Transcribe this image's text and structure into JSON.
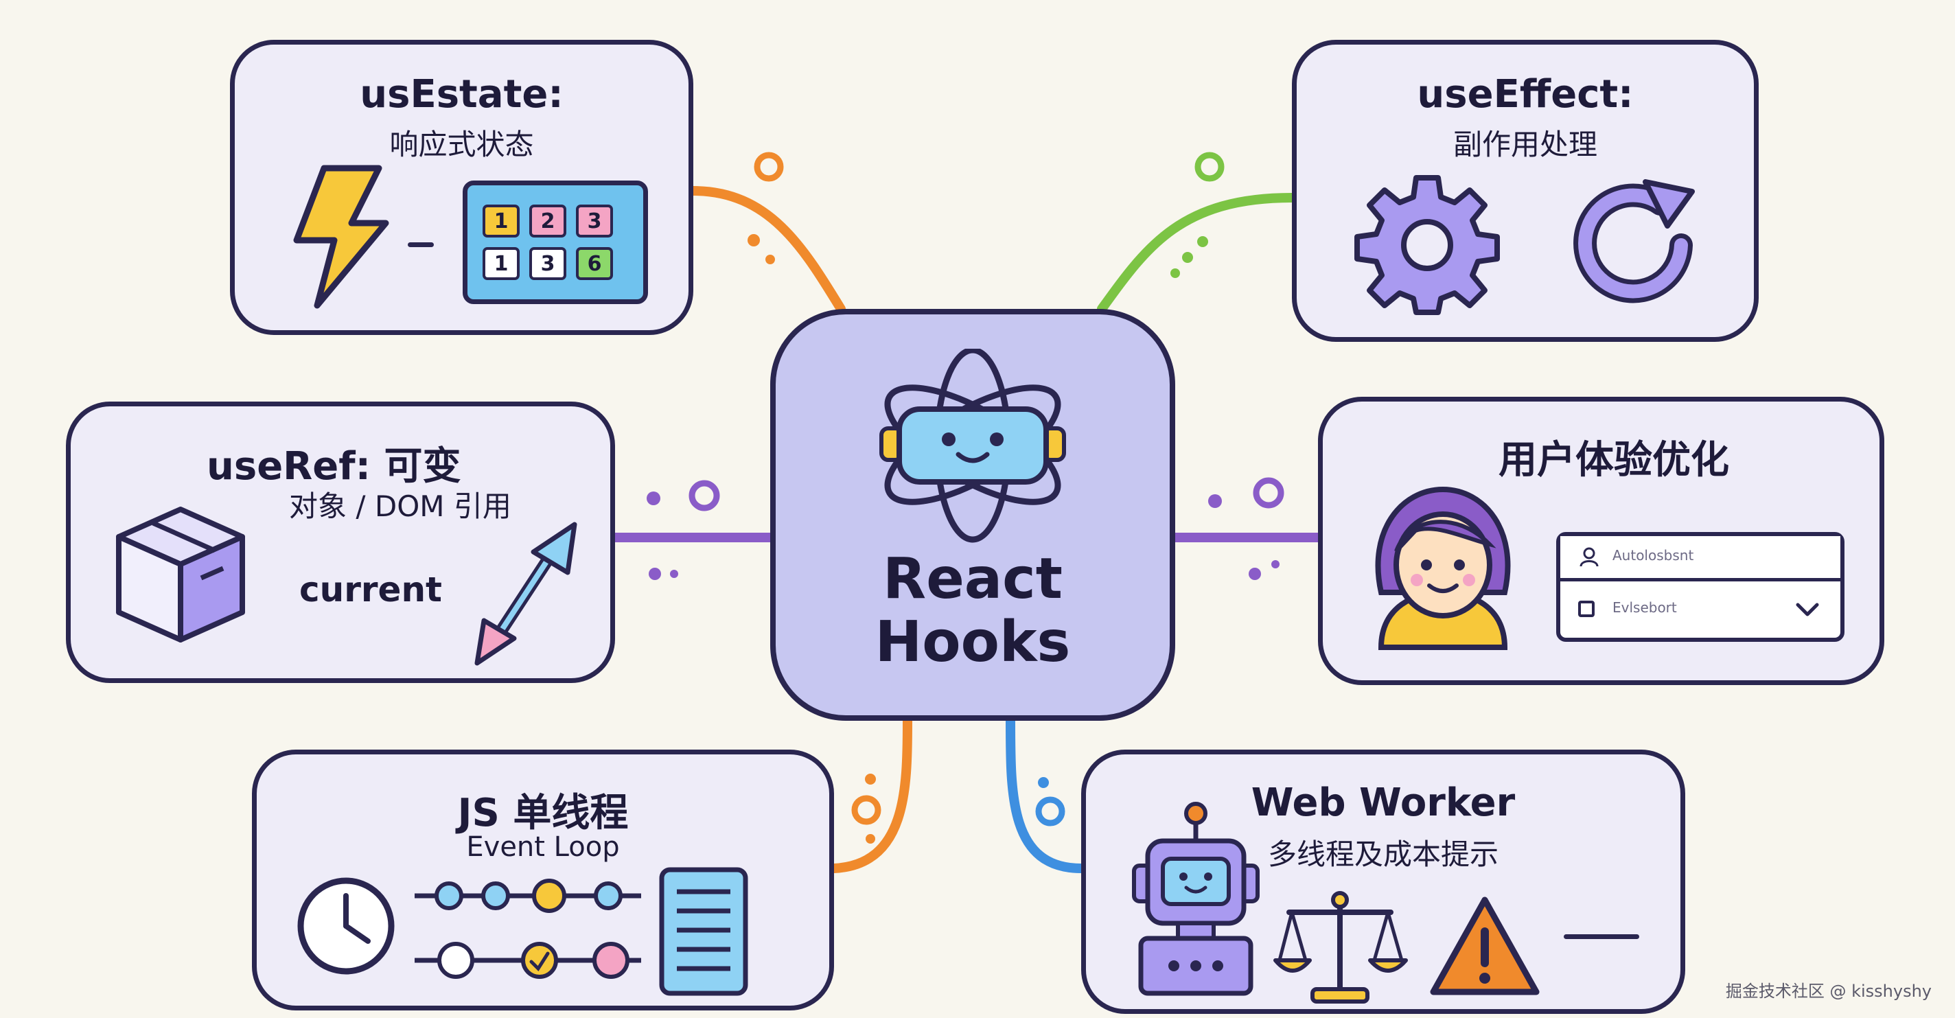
{
  "center": {
    "line1": "React",
    "line2": "Hooks"
  },
  "cards": {
    "usestate": {
      "title": "usEstate:",
      "subtitle": "响应式状态",
      "grid_row1": [
        "1",
        "2",
        "3"
      ],
      "grid_row2": [
        "1",
        "3",
        "6"
      ]
    },
    "useeffect": {
      "title": "useEffect:",
      "subtitle": "副作用处理"
    },
    "useref": {
      "title": "useRef: 可变",
      "subtitle": "对象 / DOM 引用",
      "current_label": "current"
    },
    "ux": {
      "title": "用户体验优化",
      "field1_placeholder": "Autolosbsnt",
      "field2_placeholder": "Evlsebort"
    },
    "js": {
      "title": "JS 单线程",
      "subtitle": "Event Loop"
    },
    "worker": {
      "title": "Web Worker",
      "subtitle": "多线程及成本提示"
    }
  },
  "watermark": "掘金技术社区 @ kisshyshy",
  "colors": {
    "background": "#f8f6ee",
    "card_fill": "#eeecf8",
    "center_fill": "#c7c7f1",
    "outline": "#2a2650",
    "orange": "#f08a2c",
    "green": "#7cc444",
    "purple": "#8a5cc8",
    "blue": "#3e8fe0",
    "lavender": "#a99af0",
    "yellow": "#f7c83a",
    "light_blue": "#8fd2f4",
    "pink": "#f4a4c4"
  }
}
